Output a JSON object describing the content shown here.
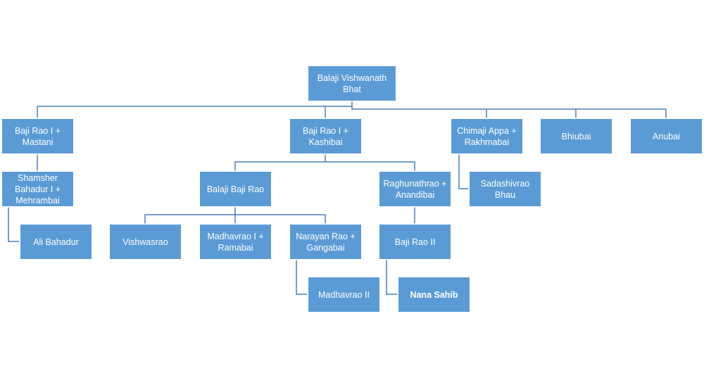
{
  "diagram": {
    "type": "family-tree",
    "colors": {
      "node_fill": "#5b9bd5",
      "node_text": "#ffffff",
      "connector": "#4a7ebb",
      "background": "#ffffff"
    },
    "nodes": [
      {
        "id": "balaji-vishwanath",
        "label": "Balaji Vishwanath Bhat",
        "parent": null
      },
      {
        "id": "bajirao-mastani",
        "label": "Baji Rao I + Mastani",
        "parent": "balaji-vishwanath"
      },
      {
        "id": "bajirao-kashibai",
        "label": "Baji Rao I + Kashibai",
        "parent": "balaji-vishwanath"
      },
      {
        "id": "chimaji",
        "label": "Chimaji Appa + Rakhmabai",
        "parent": "balaji-vishwanath"
      },
      {
        "id": "bhiubai",
        "label": "Bhiubai",
        "parent": "balaji-vishwanath"
      },
      {
        "id": "anubai",
        "label": "Anubai",
        "parent": "balaji-vishwanath"
      },
      {
        "id": "shamsher",
        "label": "Shamsher Bahadur I + Mehrambai",
        "parent": "bajirao-mastani"
      },
      {
        "id": "ali-bahadur",
        "label": "Ali Bahadur",
        "parent": "shamsher"
      },
      {
        "id": "balaji-bajirao",
        "label": "Balaji Baji Rao",
        "parent": "bajirao-kashibai"
      },
      {
        "id": "raghunathrao",
        "label": "Raghunathrao + Anandibai",
        "parent": "bajirao-kashibai"
      },
      {
        "id": "sadashivrao",
        "label": "Sadashivrao Bhau",
        "parent": "chimaji"
      },
      {
        "id": "vishwasrao",
        "label": "Vishwasrao",
        "parent": "balaji-bajirao"
      },
      {
        "id": "madhavrao1",
        "label": "Madhavrao I + Ramabai",
        "parent": "balaji-bajirao"
      },
      {
        "id": "narayanrao",
        "label": "Narayan Rao + Gangabai",
        "parent": "balaji-bajirao"
      },
      {
        "id": "bajirao2",
        "label": "Baji Rao II",
        "parent": "raghunathrao"
      },
      {
        "id": "madhavrao2",
        "label": "Madhavrao II",
        "parent": "narayanrao"
      },
      {
        "id": "nana-sahib",
        "label": "Nana Sahib",
        "parent": "bajirao2",
        "emphasis": "bold"
      }
    ]
  }
}
